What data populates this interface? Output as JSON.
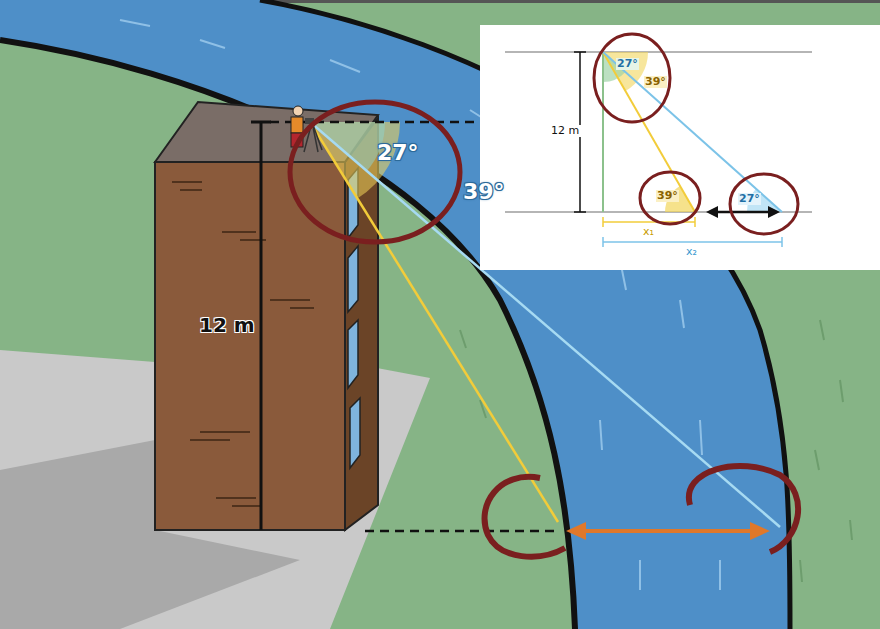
{
  "diagram": {
    "labels": [
      "27°",
      "39°",
      "12 m",
      "27°",
      "39°",
      "12 m",
      "39°",
      "27°",
      "x₁",
      "x₂"
    ]
  }
}
